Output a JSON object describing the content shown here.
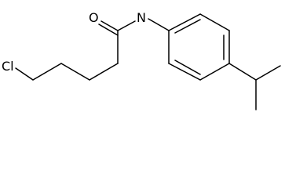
{
  "molecule": {
    "atom_labels": {
      "chlorine": "Cl",
      "oxygen": "O",
      "nitrogen": "N"
    }
  }
}
